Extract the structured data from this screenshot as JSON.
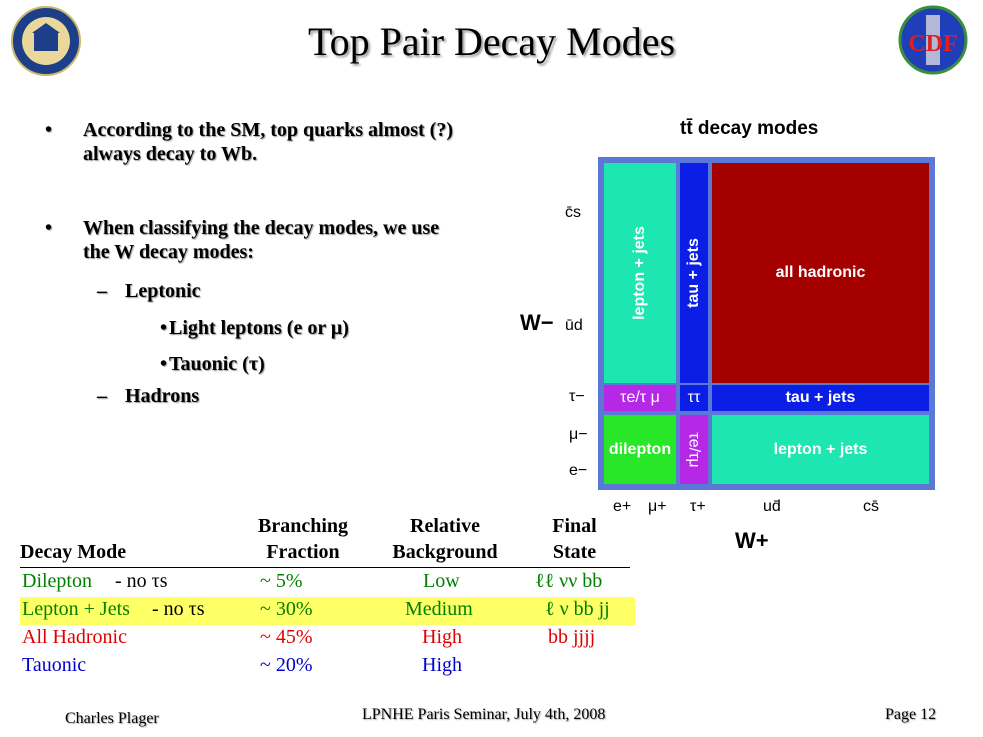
{
  "slide": {
    "title": "Top Pair Decay Modes",
    "logos": {
      "left": "university-of-california-seal",
      "right": "CDF"
    },
    "bullets": [
      "According to the SM, top quarks almost (?) always decay to Wb.",
      "When classifying the decay modes, we use the W decay modes:"
    ],
    "bullet1_lines": [
      "According to the SM, top quarks almost (?)",
      "always decay to Wb."
    ],
    "bullet2_lines": [
      "When classifying the decay modes, we use",
      "the W decay modes:"
    ],
    "sub_leptonic": "Leptonic",
    "sub_light": "Light leptons (e or μ)",
    "sub_tauonic": "Tauonic (τ)",
    "sub_hadrons": "Hadrons",
    "colors": {
      "lepton_jets": "#1ee6b0",
      "tau_jets": "#0a1ee6",
      "all_hadronic": "#a50000",
      "dilepton": "#28e628",
      "tau_lep": "#b428e6",
      "frame": "#5c78d6"
    }
  },
  "diagram": {
    "title": "tt̄ decay modes",
    "cells": {
      "lepton_jets_v": "lepton + jets",
      "tau_jets_v": "tau + jets",
      "all_hadronic": "all hadronic",
      "tau_e_mu": "τe/τ μ",
      "tau_tau": "ττ",
      "tau_jets_h": "tau + jets",
      "dilepton": "dilepton",
      "tau_e_mu_v": "τe/τμ",
      "lepton_jets_h": "lepton + jets"
    },
    "w_minus": "W−",
    "w_plus": "W+",
    "left_ticks": [
      "c̄s",
      "ūd",
      "τ−",
      "μ−",
      "e−"
    ],
    "bottom_ticks": [
      "e+",
      "μ+",
      "τ+",
      "ud̄",
      "cs̄"
    ]
  },
  "table": {
    "headers": {
      "mode": "Decay Mode",
      "bf1": "Branching",
      "bf2": "Fraction",
      "rb1": "Relative",
      "rb2": "Background",
      "fs1": "Final",
      "fs2": "State"
    },
    "rows": [
      {
        "mode_a": "Dilepton",
        "mode_b": " - no τs",
        "bf": "~  5%",
        "bg": "Low",
        "fs": "ℓℓ νν bb",
        "color": "#008000",
        "highlight": ""
      },
      {
        "mode_a": "Lepton + Jets",
        "mode_b": " - no τs",
        "bf": "~ 30%",
        "bg": "Medium",
        "fs": "ℓ ν bb jj",
        "color": "#008000",
        "highlight": "#ffff66"
      },
      {
        "mode_a": "All Hadronic",
        "mode_b": "",
        "bf": "~ 45%",
        "bg": "High",
        "fs": "bb jjjj",
        "color": "#e00000",
        "highlight": ""
      },
      {
        "mode_a": "Tauonic",
        "mode_b": "",
        "bf": "~ 20%",
        "bg": "High",
        "fs": "",
        "color": "#0000cc",
        "highlight": ""
      }
    ]
  },
  "footer": {
    "left": "Charles Plager",
    "center": "LPNHE Paris Seminar, July 4th, 2008",
    "right": "Page 12"
  }
}
